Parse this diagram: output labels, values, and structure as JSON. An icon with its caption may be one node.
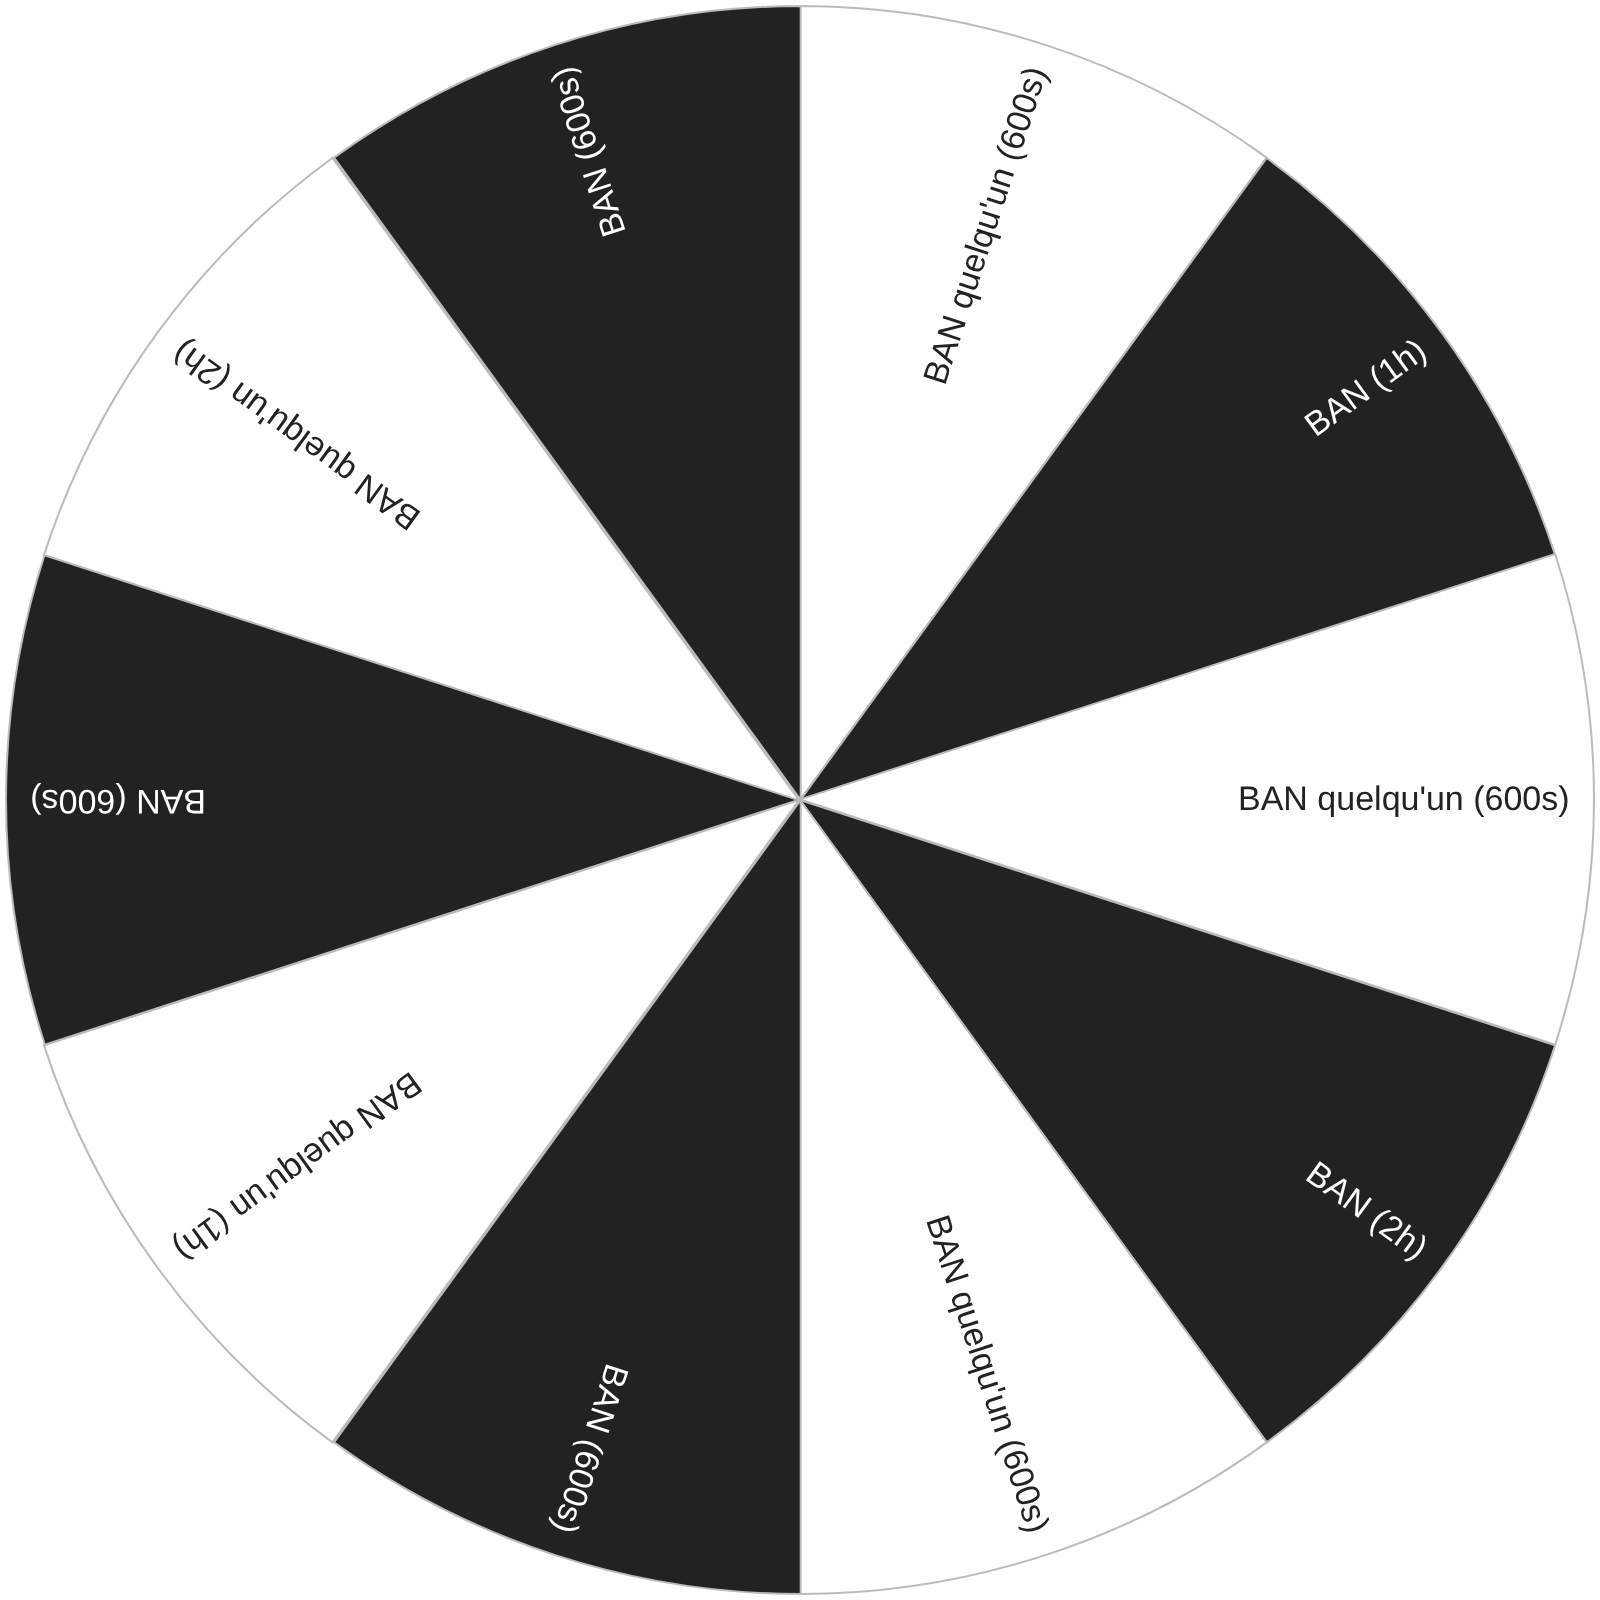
{
  "diagram": {
    "nodes": [
      {
        "text": [
          "BAN quelqu'un (600s)"
        ]
      },
      {
        "text": [
          "BAN (1h)"
        ]
      },
      {
        "text": [
          "BAN quelqu'un (600s)"
        ]
      },
      {
        "text": [
          "BAN (2h)"
        ]
      },
      {
        "text": [
          "BAN quelqu'un (600s)"
        ]
      },
      {
        "text": [
          "BAN (600s)"
        ]
      },
      {
        "text": [
          "BAN quelqu'un (1h)"
        ]
      },
      {
        "text": [
          "BAN (600s)"
        ]
      },
      {
        "text": [
          "BAN quelqu'un (2h)"
        ]
      },
      {
        "text": [
          "BAN (600s)"
        ]
      }
    ]
  }
}
